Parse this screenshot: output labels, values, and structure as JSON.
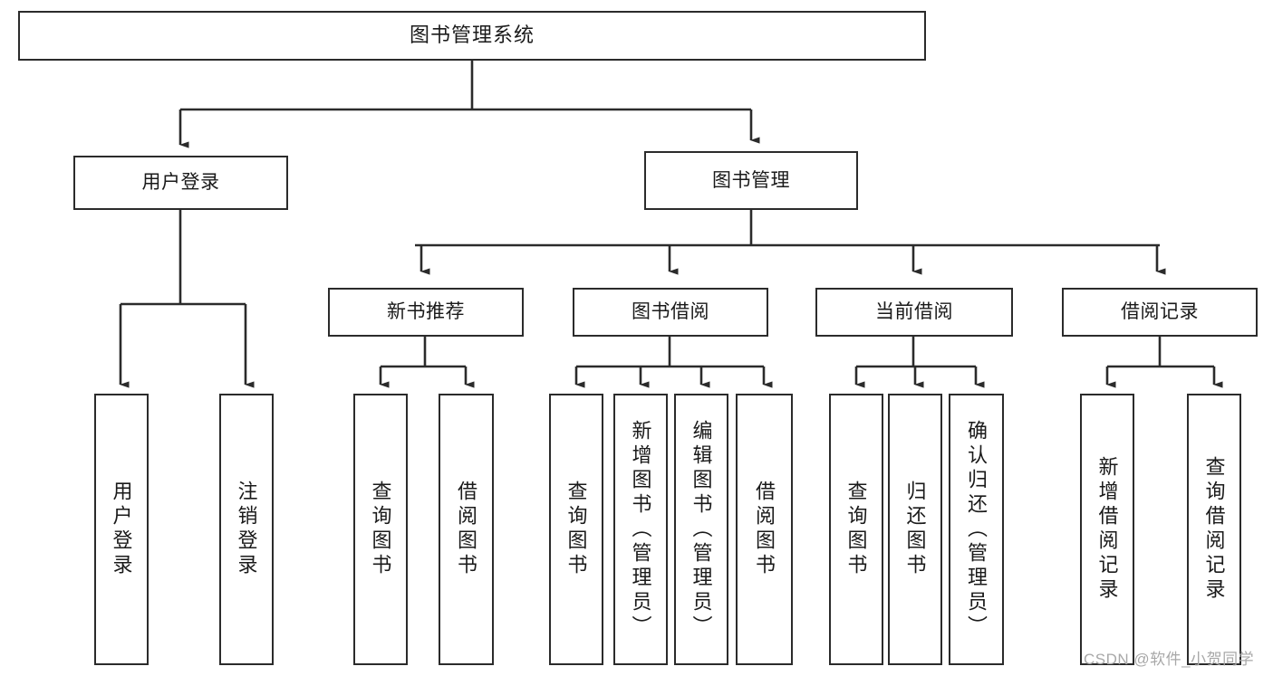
{
  "diagram": {
    "title": "图书管理系统",
    "type": "tree-hierarchy",
    "colors": {
      "stroke": "#2b2b2b",
      "fill": "#ffffff",
      "text": "#1a1a1a",
      "watermark": "#a8a8a8"
    },
    "levels": {
      "root": {
        "label": "图书管理系统"
      },
      "level2": [
        {
          "label": "用户登录"
        },
        {
          "label": "图书管理"
        }
      ],
      "level3": [
        {
          "label": "新书推荐"
        },
        {
          "label": "图书借阅"
        },
        {
          "label": "当前借阅"
        },
        {
          "label": "借阅记录"
        }
      ],
      "leaves": {
        "user_login": [
          {
            "label": "用户登录"
          },
          {
            "label": "注销登录"
          }
        ],
        "new_book_recommend": [
          {
            "label": "查询图书"
          },
          {
            "label": "借阅图书"
          }
        ],
        "book_borrow": [
          {
            "label": "查询图书"
          },
          {
            "label": "新增图书（管理员）"
          },
          {
            "label": "编辑图书（管理员）"
          },
          {
            "label": "借阅图书"
          }
        ],
        "current_borrow": [
          {
            "label": "查询图书"
          },
          {
            "label": "归还图书"
          },
          {
            "label": "确认归还（管理员）"
          }
        ],
        "borrow_record": [
          {
            "label": "新增借阅记录"
          },
          {
            "label": "查询借阅记录"
          }
        ]
      }
    },
    "watermark": "CSDN @软件_小贺同学"
  }
}
